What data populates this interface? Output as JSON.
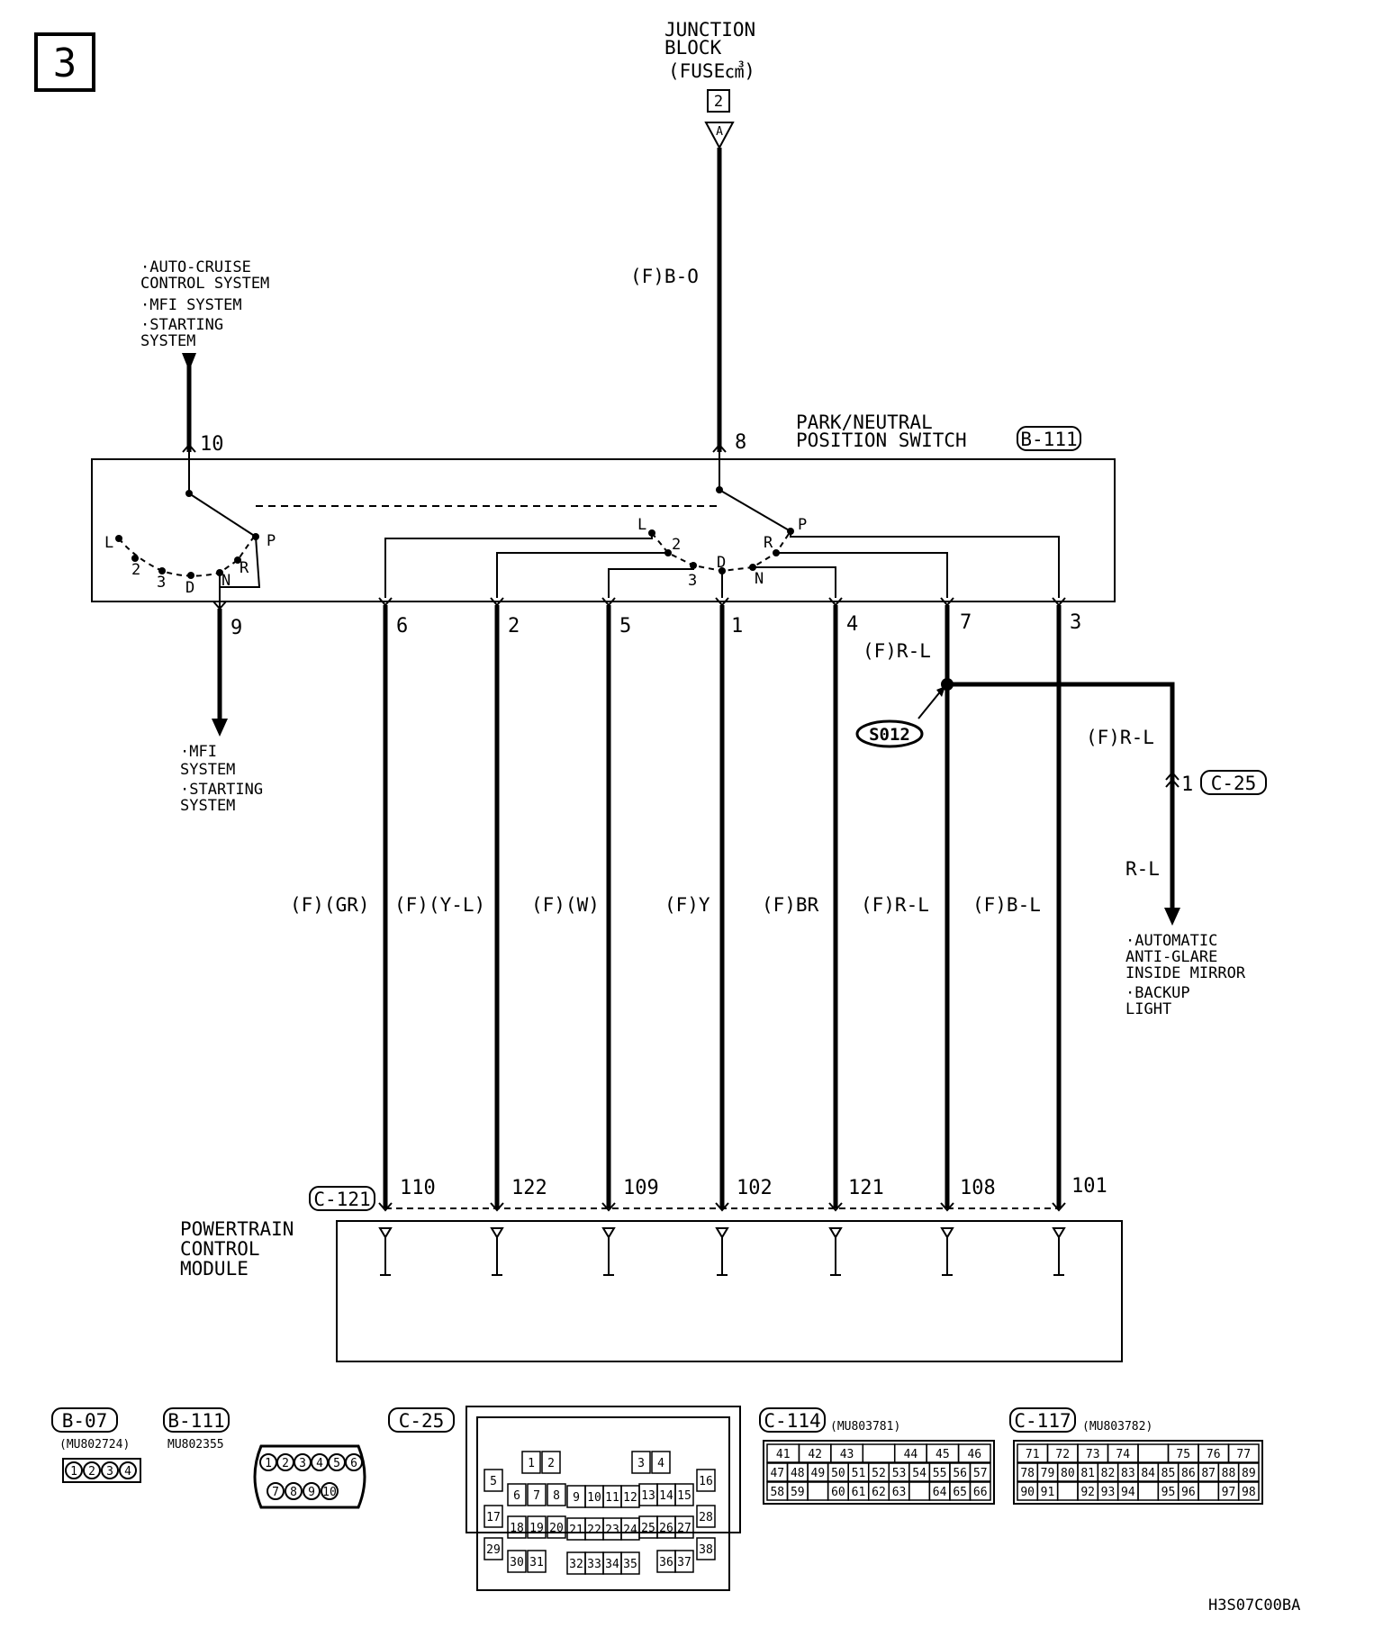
{
  "page_number": "3",
  "junction_block": {
    "lines": [
      "JUNCTION",
      "BLOCK",
      "(FUSE㎤)"
    ],
    "connector_box": "2",
    "terminal": "A",
    "wire": "(F)B-O"
  },
  "upper_left_dest": {
    "items": [
      "·AUTO-CRUISE",
      " CONTROL SYSTEM",
      "·MFI SYSTEM",
      "·STARTING",
      " SYSTEM"
    ]
  },
  "switch": {
    "title": [
      "PARK/NEUTRAL",
      "POSITION SWITCH"
    ],
    "connector": "B-111",
    "top_pins": [
      "10",
      "8"
    ],
    "left_positions": [
      "L",
      "2",
      "3",
      "D",
      "N",
      "R",
      "P"
    ],
    "right_positions": [
      "L",
      "2",
      "3",
      "D",
      "N",
      "R",
      "P"
    ]
  },
  "lower_left_dest": {
    "pin": "9",
    "items": [
      "·MFI",
      " SYSTEM",
      "·STARTING",
      " SYSTEM"
    ]
  },
  "wires": [
    {
      "switch_pin": "6",
      "color": "(F)(GR)",
      "pcm_pin": "110"
    },
    {
      "switch_pin": "2",
      "color": "(F)(Y-L)",
      "pcm_pin": "122"
    },
    {
      "switch_pin": "5",
      "color": "(F)(W)",
      "pcm_pin": "109"
    },
    {
      "switch_pin": "1",
      "color": "(F)Y",
      "pcm_pin": "102"
    },
    {
      "switch_pin": "4",
      "color": "(F)BR",
      "pcm_pin": "121"
    },
    {
      "switch_pin": "7",
      "color": "(F)R-L",
      "pcm_pin": "108"
    },
    {
      "switch_pin": "3",
      "color": "(F)B-L",
      "pcm_pin": "101"
    }
  ],
  "splice": {
    "id": "S012",
    "wire_in": "(F)R-L",
    "branch_wire": "(F)R-L",
    "connector_pin": "1",
    "connector": "C-25",
    "after_wire": "R-L"
  },
  "right_dest": {
    "items": [
      "·AUTOMATIC",
      " ANTI-GLARE",
      " INSIDE MIRROR",
      "·BACKUP",
      " LIGHT"
    ]
  },
  "pcm": {
    "connector": "C-121",
    "lines": [
      "POWERTRAIN",
      "CONTROL",
      "MODULE"
    ]
  },
  "connector_views": [
    {
      "id": "B-07",
      "part": "(MU802724)",
      "pins": [
        "1",
        "2",
        "3",
        "4"
      ]
    },
    {
      "id": "B-111",
      "part": "MU802355",
      "pins": [
        "1",
        "2",
        "3",
        "4",
        "5",
        "6",
        "7",
        "8",
        "9",
        "10"
      ]
    },
    {
      "id": "C-25",
      "part": "",
      "pins": [
        "1",
        "2",
        "3",
        "4",
        "5",
        "6",
        "7",
        "8",
        "9",
        "10",
        "11",
        "12",
        "13",
        "14",
        "15",
        "16",
        "17",
        "18",
        "19",
        "20",
        "21",
        "22",
        "23",
        "24",
        "25",
        "26",
        "27",
        "28",
        "29",
        "30",
        "31",
        "32",
        "33",
        "34",
        "35",
        "36",
        "37",
        "38"
      ]
    },
    {
      "id": "C-114",
      "part": "(MU803781)",
      "rows": [
        [
          "41",
          "42",
          "43",
          "",
          "44",
          "45",
          "46"
        ],
        [
          "47",
          "48",
          "49",
          "50",
          "51",
          "52",
          "53",
          "54",
          "55",
          "56",
          "57"
        ],
        [
          "58",
          "59",
          "",
          "60",
          "61",
          "62",
          "63",
          "",
          "64",
          "65",
          "66"
        ]
      ]
    },
    {
      "id": "C-117",
      "part": "(MU803782)",
      "rows": [
        [
          "71",
          "72",
          "73",
          "74",
          "",
          "75",
          "76",
          "77"
        ],
        [
          "78",
          "79",
          "80",
          "81",
          "82",
          "83",
          "84",
          "85",
          "86",
          "87",
          "88",
          "89"
        ],
        [
          "90",
          "91",
          "",
          "92",
          "93",
          "94",
          "",
          "95",
          "96",
          "",
          "97",
          "98"
        ]
      ]
    }
  ],
  "figure_code": "H3S07C00BA"
}
